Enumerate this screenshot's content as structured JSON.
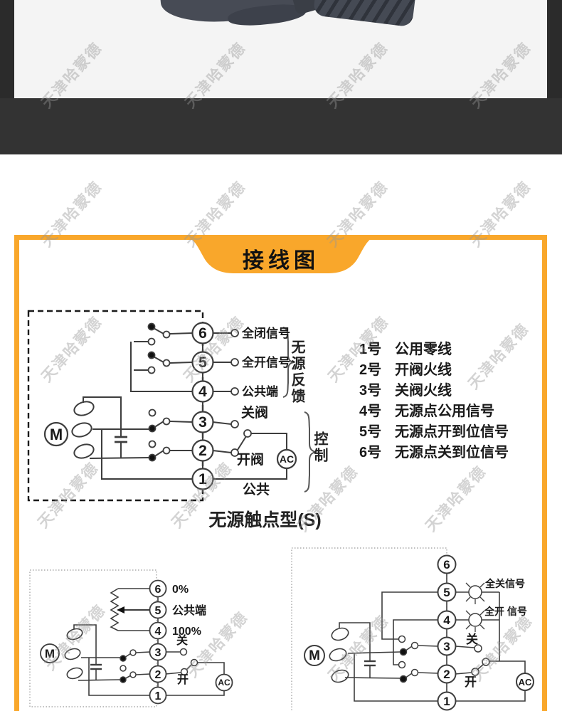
{
  "watermark": {
    "text": "天津哈蒙德"
  },
  "banner": {
    "title": "接线图"
  },
  "legend": {
    "items": [
      {
        "num": "1号",
        "desc": "公用零线"
      },
      {
        "num": "2号",
        "desc": "开阀火线"
      },
      {
        "num": "3号",
        "desc": "关阀火线"
      },
      {
        "num": "4号",
        "desc": "无源点公用信号"
      },
      {
        "num": "5号",
        "desc": "无源点开到位信号"
      },
      {
        "num": "6号",
        "desc": "无源点关到位信号"
      }
    ]
  },
  "main_diagram": {
    "caption": "无源触点型(S)",
    "motor": "M",
    "ac": "AC",
    "terminals": [
      "6",
      "5",
      "4",
      "3",
      "2",
      "1"
    ],
    "labels": {
      "full_close_signal": "全闭信号",
      "full_open_signal": "全开信号",
      "common_terminal": "公共端",
      "close_valve": "关阀",
      "open_valve": "开阀",
      "common": "公共",
      "passive_feedback": "无源反馈",
      "control": "控制"
    }
  },
  "pot_diagram": {
    "motor": "M",
    "ac": "AC",
    "terminals": [
      "6",
      "5",
      "4",
      "3",
      "2",
      "1"
    ],
    "labels": {
      "zero": "0%",
      "common_terminal": "公共端",
      "hundred": "100%",
      "close": "关",
      "open": "开"
    }
  },
  "lamp_diagram": {
    "motor": "M",
    "ac": "AC",
    "terminals": [
      "6",
      "5",
      "4",
      "3",
      "2",
      "1"
    ],
    "labels": {
      "full_close_signal": "全关信号",
      "full_open_signal": "全开 信号",
      "close": "关",
      "open": "开"
    }
  },
  "colors": {
    "accent_orange": "#F9A72B",
    "band_dark": "#333333",
    "photo_bg": "#F4F4F4"
  }
}
